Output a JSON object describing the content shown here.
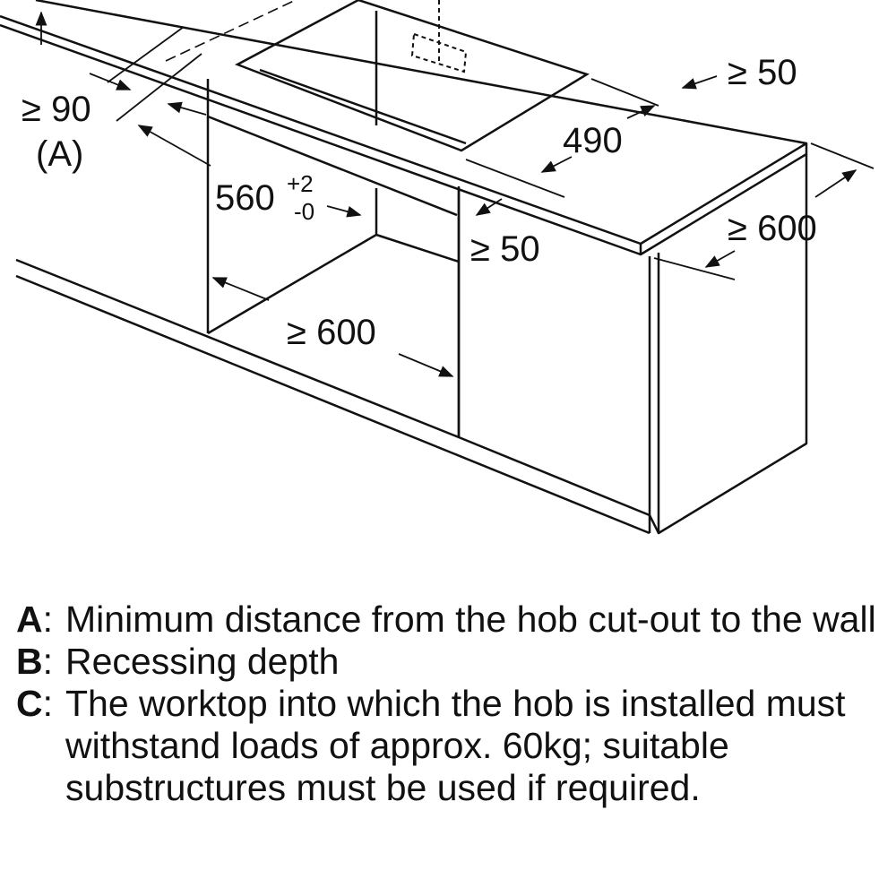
{
  "diagram": {
    "dimensions": {
      "wall_distance": "≥ 90",
      "wall_distance_ref": "(A)",
      "depth_value": "560",
      "depth_tol_plus": "+2",
      "depth_tol_minus": "-0",
      "cutout_width": "490",
      "side_clearance_top": "≥ 50",
      "front_clearance": "≥ 50",
      "cabinet_depth": "≥ 600",
      "cabinet_width": "≥ 600"
    }
  },
  "legend": [
    {
      "key": "A",
      "text": "Minimum distance from the hob cut-out to the wall"
    },
    {
      "key": "B",
      "text": "Recessing depth"
    },
    {
      "key": "C",
      "text": "The worktop into which the hob is installed must withstand loads of approx. 60kg; suitable substructures must be used if required."
    }
  ]
}
